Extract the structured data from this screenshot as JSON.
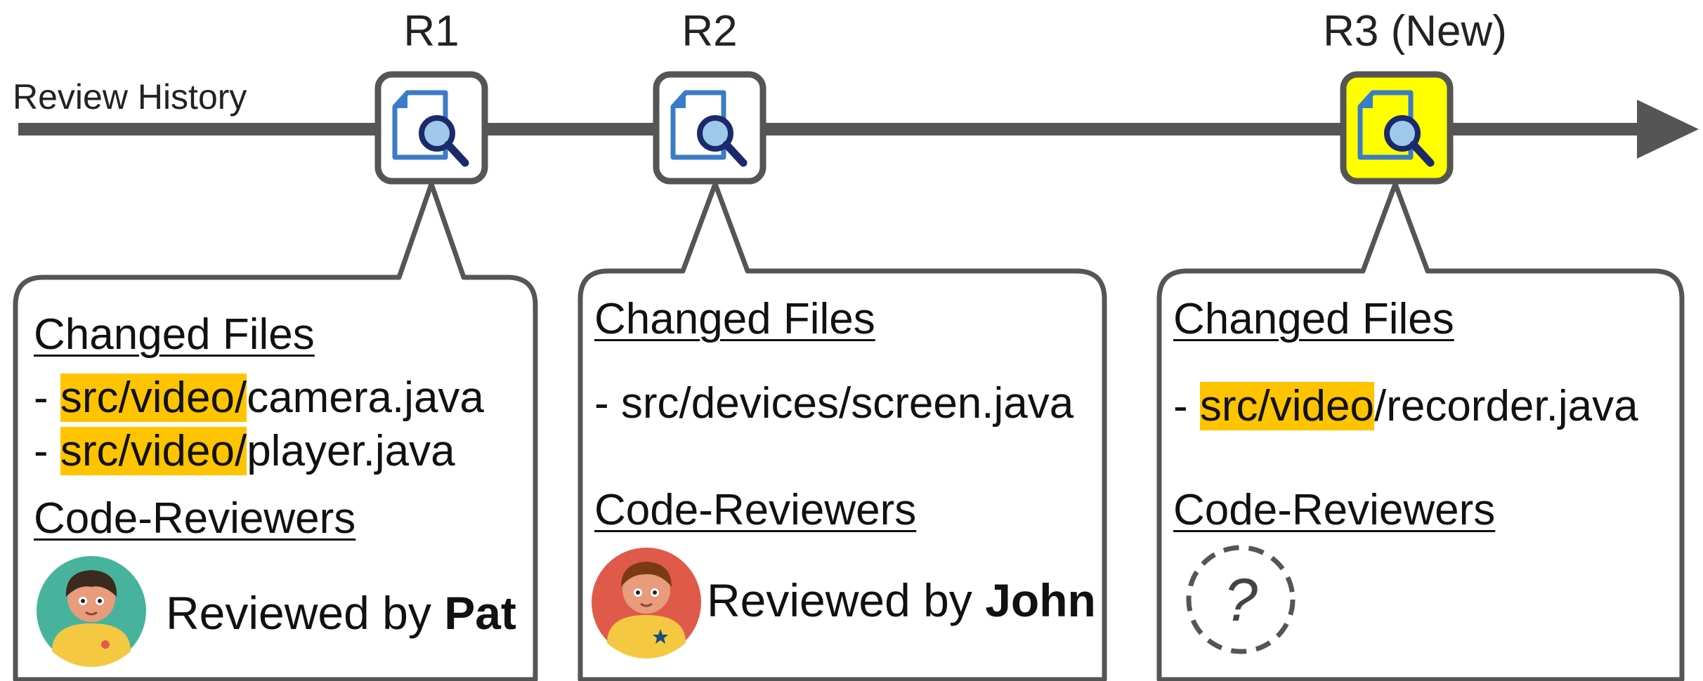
{
  "timeline": {
    "label": "Review History",
    "colors": {
      "line": "#555555",
      "highlight": "#ffc400",
      "new_revision_fill": "#ffff00"
    }
  },
  "revisions": [
    {
      "label": "R1",
      "is_new": false,
      "changed_files_heading": "Changed Files",
      "files": [
        {
          "prefix": "- ",
          "highlighted": "src/video/",
          "rest": "camera.java"
        },
        {
          "prefix": "- ",
          "highlighted": "src/video/",
          "rest": "player.java"
        }
      ],
      "reviewers_heading": "Code-Reviewers",
      "reviewed_by_text": "Reviewed by",
      "reviewer": "Pat",
      "avatar": {
        "icon": "person-avatar-icon",
        "bg": "#47b39d",
        "shirt": "#f5c842",
        "badge_icon": "flower-badge-icon"
      }
    },
    {
      "label": "R2",
      "is_new": false,
      "changed_files_heading": "Changed Files",
      "files": [
        {
          "prefix": "- ",
          "highlighted": "",
          "rest": "src/devices/screen.java"
        }
      ],
      "reviewers_heading": "Code-Reviewers",
      "reviewed_by_text": "Reviewed by",
      "reviewer": "John",
      "avatar": {
        "icon": "person-avatar-icon",
        "bg": "#e05a4a",
        "shirt": "#f5c842",
        "badge_icon": "star-badge-icon"
      }
    },
    {
      "label": "R3 (New)",
      "is_new": true,
      "changed_files_heading": "Changed Files",
      "files": [
        {
          "prefix": "- ",
          "highlighted": "src/video",
          "rest": "/recorder.java"
        }
      ],
      "reviewers_heading": "Code-Reviewers",
      "unknown_reviewer_glyph": "?"
    }
  ],
  "icons": {
    "revision_icon": "document-search-icon",
    "arrow": "arrow-right-icon",
    "unknown": "question-circle-icon"
  }
}
